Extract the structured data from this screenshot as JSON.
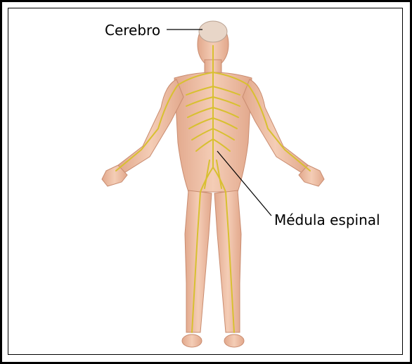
{
  "labels": {
    "brain": "Cerebro",
    "spinal_cord": "Médula espinal"
  },
  "colors": {
    "skin": "#f0c2a8",
    "skin_shadow": "#dea086",
    "nerve": "#d8c030",
    "frame": "#000000",
    "brain": "#e8d6c8"
  },
  "illustration": "human-nervous-system-figure"
}
